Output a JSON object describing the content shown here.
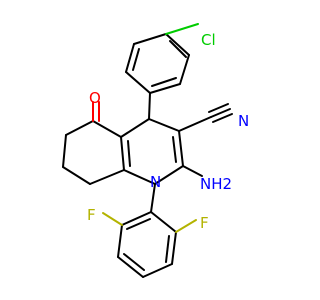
{
  "colors": {
    "bond": "#000000",
    "oxygen": "#ff0000",
    "nitrogen": "#0000ff",
    "chlorine": "#00cc00",
    "fluorine": "#b3b300"
  },
  "atoms": {
    "cl": "Cl",
    "o": "O",
    "n_nitrile": "N",
    "nh2": "NH2",
    "n_ring": "N",
    "f_left": "F",
    "f_right": "F"
  }
}
